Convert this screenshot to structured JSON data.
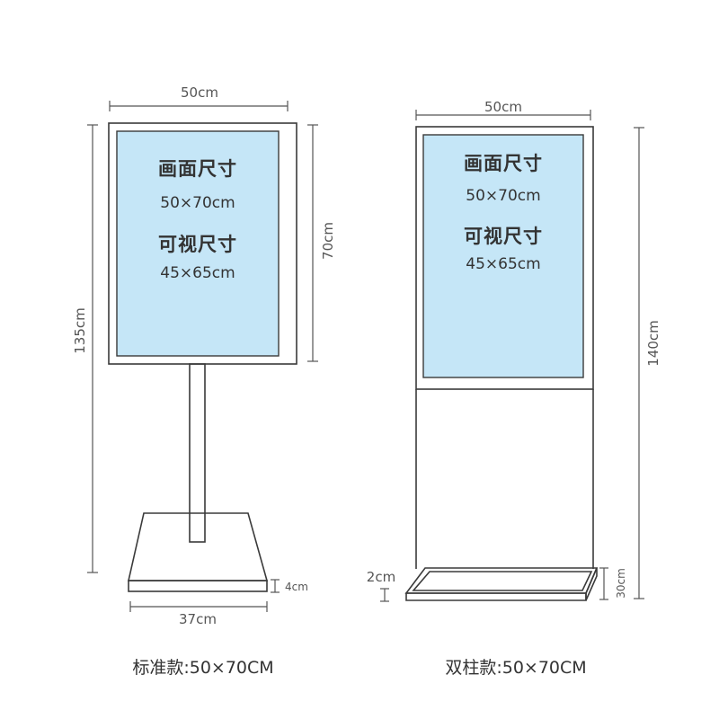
{
  "stand_left": {
    "panel_title": "画面尺寸",
    "panel_size": "50×70cm",
    "visible_title": "可视尺寸",
    "visible_size": "45×65cm",
    "dim_width": "50cm",
    "dim_height_total": "135cm",
    "dim_frame_height": "70cm",
    "dim_base_thickness": "4cm",
    "dim_base_width": "37cm",
    "caption": "标准款:50×70CM"
  },
  "stand_right": {
    "panel_title": "画面尺寸",
    "panel_size": "50×70cm",
    "visible_title": "可视尺寸",
    "visible_size": "45×65cm",
    "dim_width": "50cm",
    "dim_height_total": "140cm",
    "dim_tray_height": "2cm",
    "dim_tray_depth": "30cm",
    "caption": "双柱款:50×70CM"
  },
  "colors": {
    "screen_fill": "#c5e6f7",
    "frame_stroke": "#3a3a3a",
    "dimension_line": "#555555"
  }
}
